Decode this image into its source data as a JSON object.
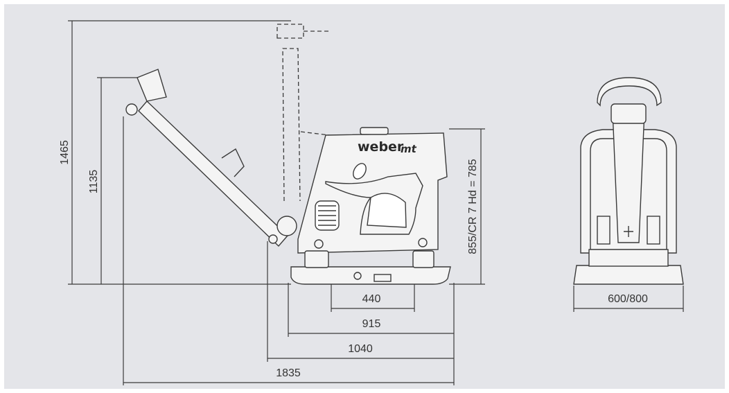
{
  "background_color": "#e4e5e9",
  "line_color": "#3a3a3a",
  "brand": {
    "name": "weber",
    "suffix": "mt"
  },
  "dimensions": {
    "total_height": "1465",
    "handle_height": "1135",
    "machine_height": "855/CR 7 Hd = 785",
    "plate_length": "440",
    "base_length": "915",
    "machine_length": "1040",
    "total_length": "1835",
    "width": "600/800"
  }
}
